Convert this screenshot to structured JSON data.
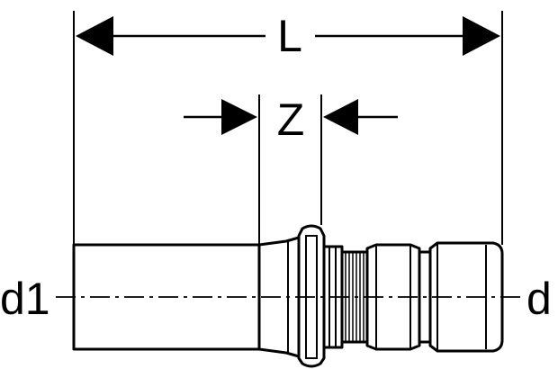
{
  "labels": {
    "length": "L",
    "insertion_depth": "Z",
    "diameter_left": "d1",
    "diameter_right": "d"
  },
  "colors": {
    "line": "#000000",
    "background": "#ffffff"
  }
}
